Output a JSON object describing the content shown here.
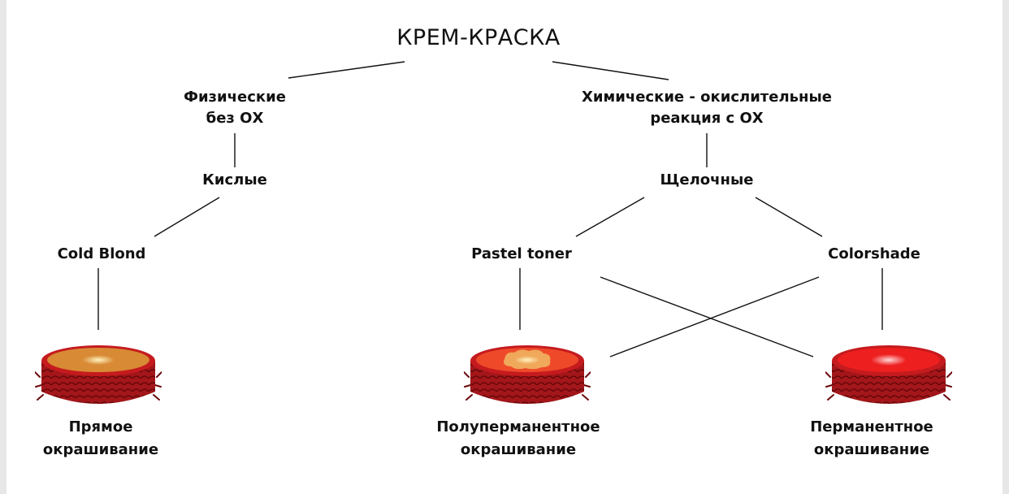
{
  "title": "КРЕМ-КРАСКА",
  "branches": {
    "physical": {
      "line1": "Физические",
      "line2": "без ОХ"
    },
    "chemical": {
      "line1": "Химические - окислительные",
      "line2": "реакция с ОХ"
    }
  },
  "types": {
    "acidic": "Кислые",
    "alkaline": "Щелочные"
  },
  "products": {
    "cold_blond": "Cold Blond",
    "pastel_toner": "Pastel toner",
    "colorshade": "Colorshade"
  },
  "results": {
    "direct": {
      "line1": "Прямое",
      "line2": "окрашивание",
      "color": "#e08a2a"
    },
    "semi_permanent": {
      "line1": "Полуперманентное",
      "line2": "окрашивание",
      "color": "#f06a2a"
    },
    "permanent": {
      "line1": "Перманентное",
      "line2": "окрашивание",
      "color": "#ee1f1f"
    }
  },
  "icons": {
    "direct": "hair-strand-cross-section-icon",
    "semi_permanent": "hair-strand-cross-section-icon",
    "permanent": "hair-strand-cross-section-icon"
  }
}
